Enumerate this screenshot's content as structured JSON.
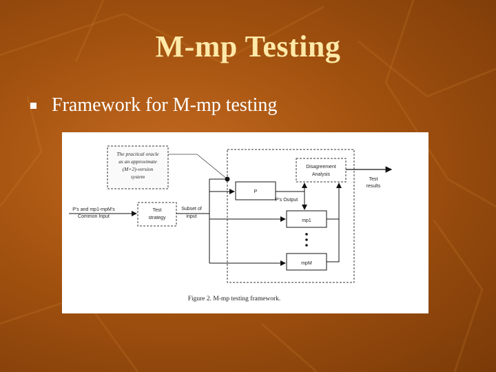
{
  "slide": {
    "title": "M-mp Testing",
    "bullet": "Framework for M-mp testing"
  },
  "figure": {
    "oracle_note": [
      "The practical oracle",
      "as an approximate",
      "(M+2)-version",
      "system"
    ],
    "disagreement_box": [
      "Disagreement",
      "Analysis"
    ],
    "test_results": [
      "Test",
      "results"
    ],
    "common_input": [
      "P's and mp1-mpM's",
      "Common Input"
    ],
    "test_strategy": [
      "Test",
      "strategy"
    ],
    "subset_input": [
      "Subset of",
      "input"
    ],
    "program_p": "P",
    "p_output": "P's Output",
    "mp1": "mp1",
    "mpm": "mpM",
    "caption": "Figure 2. M-mp testing framework."
  },
  "colors": {
    "title": "#ffe9a8",
    "background": "#a3520f",
    "bullet_text": "#ffffff"
  }
}
